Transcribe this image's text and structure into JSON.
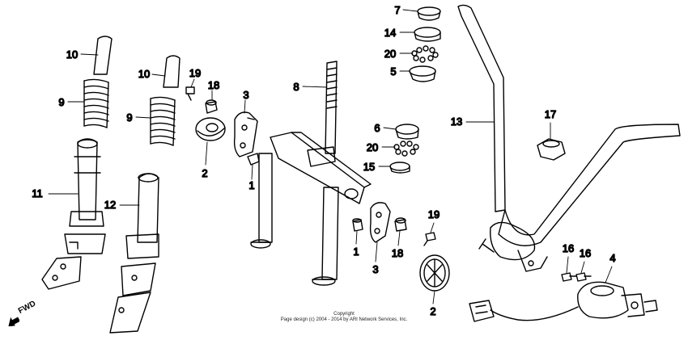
{
  "callouts": {
    "c10a": "10",
    "c10b": "10",
    "c9a": "9",
    "c9b": "9",
    "c11": "11",
    "c12": "12",
    "c19a": "19",
    "c18a": "18",
    "c3a": "3",
    "c2a": "2",
    "c1a": "1",
    "c8": "8",
    "c7": "7",
    "c14": "14",
    "c20a": "20",
    "c5": "5",
    "c6": "6",
    "c20b": "20",
    "c15": "15",
    "c1b": "1",
    "c3b": "3",
    "c18b": "18",
    "c19b": "19",
    "c2b": "2",
    "c13": "13",
    "c17": "17",
    "c16a": "16",
    "c16b": "16",
    "c4": "4"
  },
  "copyright": {
    "line1": "Copyright",
    "line2": "Page design (c) 2004 - 2014 by ARI Network Services, Inc."
  },
  "direction": {
    "label": "FWD"
  },
  "colors": {
    "ink": "#000000",
    "background": "#ffffff"
  }
}
